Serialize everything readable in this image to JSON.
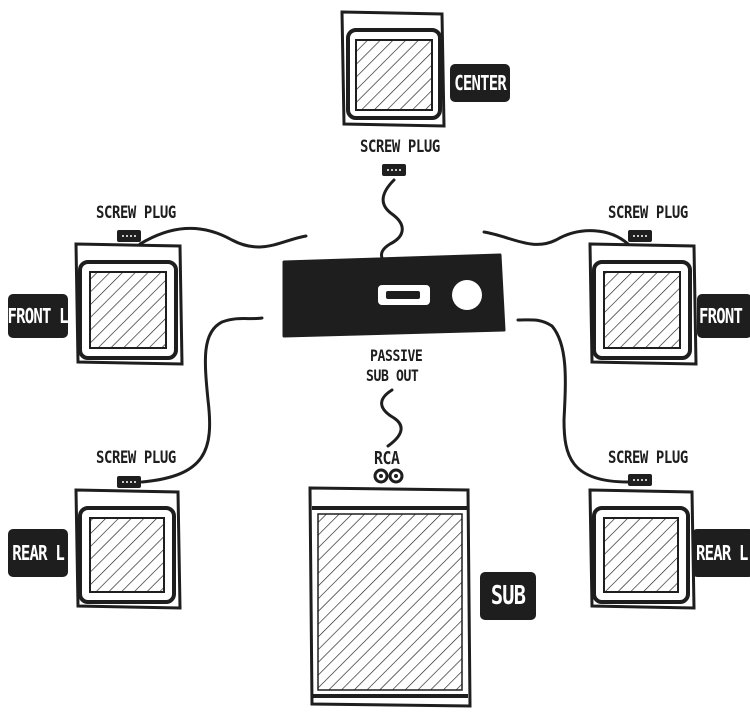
{
  "speakers": {
    "center": {
      "tag": "CENTER",
      "plug_label": "SCREW PLUG"
    },
    "front_left": {
      "tag": "FRONT L",
      "plug_label": "SCREW PLUG"
    },
    "front_right": {
      "tag": "FRONT L",
      "plug_label": "SCREW PLUG"
    },
    "rear_left": {
      "tag": "REAR L",
      "plug_label": "SCREW PLUG"
    },
    "rear_right": {
      "tag": "REAR L",
      "plug_label": "SCREW PLUG"
    },
    "sub": {
      "tag": "SUB",
      "input_label": "RCA"
    }
  },
  "amplifier": {
    "sub_out_line1": "PASSIVE",
    "sub_out_line2": "SUB OUT"
  },
  "colors": {
    "ink": "#1e1e1e",
    "paper": "#ffffff"
  }
}
